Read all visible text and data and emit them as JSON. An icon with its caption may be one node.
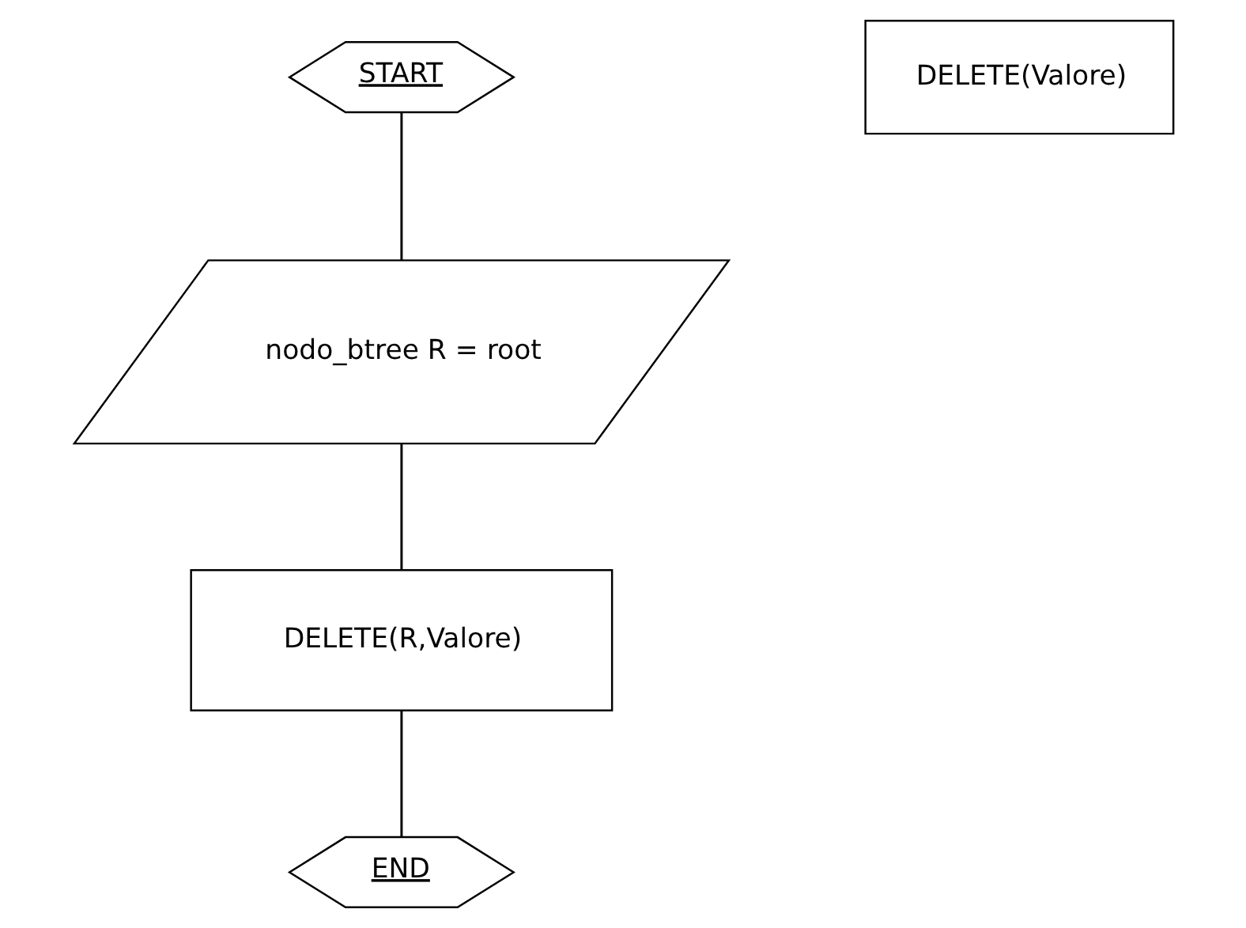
{
  "diagram": {
    "nodes": [
      {
        "text": [
          "START"
        ]
      },
      {
        "text": [
          "nodo_btree R = root"
        ]
      },
      {
        "text": [
          "DELETE(R,Valore)"
        ]
      },
      {
        "text": [
          "END"
        ]
      },
      {
        "text": [
          "DELETE(Valore)"
        ]
      }
    ],
    "edges": [
      {
        "from": 0,
        "to": 1,
        "arrow": "none"
      },
      {
        "from": 1,
        "to": 2,
        "arrow": "none"
      },
      {
        "from": 2,
        "to": 3,
        "arrow": "none"
      }
    ]
  }
}
